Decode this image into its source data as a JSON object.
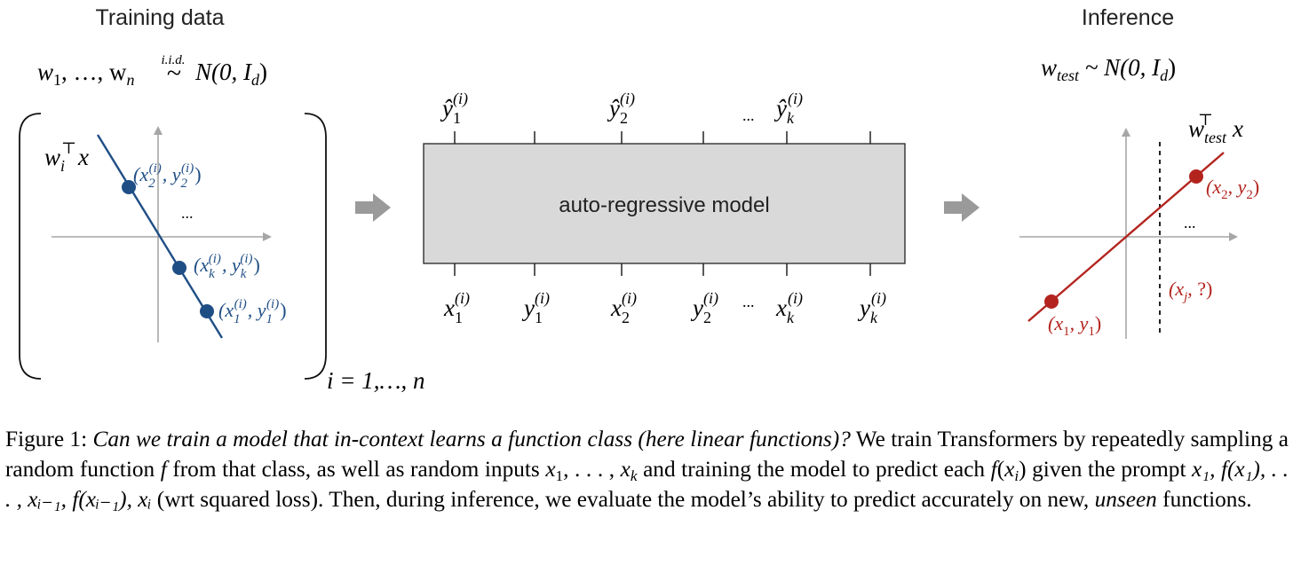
{
  "figure": {
    "training_title": "Training data",
    "inference_title": "Inference",
    "model_label": "auto-regressive model",
    "training_prior": {
      "lhs": "w",
      "sub1": "1",
      "mid": ", …, w",
      "subn": "n",
      "iid": "i.i.d.",
      "sim": "~",
      "rhs": "N(0, I",
      "rhs_sub": "d",
      "close": ")"
    },
    "inference_prior": {
      "w": "w",
      "sub": "test",
      "rest": " ~ N(0, I",
      "rest_sub": "d",
      "close": ")"
    },
    "train_line": {
      "w": "w",
      "sub": "i",
      "sup": "⊤",
      "x": "x"
    },
    "test_line": {
      "w": "w",
      "sub": "test",
      "sup": "⊤",
      "x": "x"
    },
    "train_points": [
      {
        "base": "(x",
        "sub": "2",
        "sup": "(i)",
        "mid": ", y",
        "sub2": "2",
        "sup2": "(i)",
        "close": ")"
      },
      {
        "base": "(x",
        "sub": "k",
        "sup": "(i)",
        "mid": ", y",
        "sub2": "k",
        "sup2": "(i)",
        "close": ")"
      },
      {
        "base": "(x",
        "sub": "1",
        "sup": "(i)",
        "mid": ", y",
        "sub2": "1",
        "sup2": "(i)",
        "close": ")"
      }
    ],
    "ellipsis": "...",
    "index_range": "i = 1,…, n",
    "outputs": [
      {
        "v": "ŷ",
        "sub": "1",
        "sup": "(i)"
      },
      {
        "v": "ŷ",
        "sub": "2",
        "sup": "(i)"
      },
      {
        "v": "ŷ",
        "sub": "k",
        "sup": "(i)"
      }
    ],
    "inputs": [
      {
        "v": "x",
        "sub": "1",
        "sup": "(i)"
      },
      {
        "v": "y",
        "sub": "1",
        "sup": "(i)"
      },
      {
        "v": "x",
        "sub": "2",
        "sup": "(i)"
      },
      {
        "v": "y",
        "sub": "2",
        "sup": "(i)"
      },
      {
        "v": "x",
        "sub": "k",
        "sup": "(i)"
      },
      {
        "v": "y",
        "sub": "k",
        "sup": "(i)"
      }
    ],
    "test_points": [
      {
        "open": "(x",
        "sub": "2",
        "mid": ", y",
        "sub2": "2",
        "close": ")"
      },
      {
        "open": "(x",
        "sub": "1",
        "mid": ", y",
        "sub2": "1",
        "close": ")"
      },
      {
        "open": "(x",
        "sub": "j",
        "mid": ", ?",
        "close": ")"
      }
    ],
    "colors": {
      "train": "#1f4e85",
      "test": "#b3241e",
      "box": "#d9d9d9",
      "arrow": "#9a9a9a",
      "axis": "#a6a6a6"
    }
  },
  "caption": {
    "label": "Figure 1:",
    "question": "Can we train a model that in-context learns a function class (here linear functions)?",
    "s1": " We train Transformers by repeatedly sampling a random function ",
    "f": "f",
    "s2": " from that class, as well as random inputs ",
    "x1": "x",
    "x1_sub": "1",
    "s3": ", . . . , ",
    "xk": "x",
    "xk_sub": "k",
    "s4": " and training the model to predict each ",
    "fxi": "f",
    "fxi_open": "(",
    "fxi_x": "x",
    "fxi_sub": "i",
    "fxi_close": ")",
    "s5": " given the prompt ",
    "prompt": "x₁, f(x₁), . . . , xᵢ₋₁, f(xᵢ₋₁), xᵢ",
    "s6": " (wrt squared loss). Then, during inference, we evaluate the model’s ability to predict accurately on new, ",
    "unseen": "unseen",
    "s7": " functions."
  }
}
